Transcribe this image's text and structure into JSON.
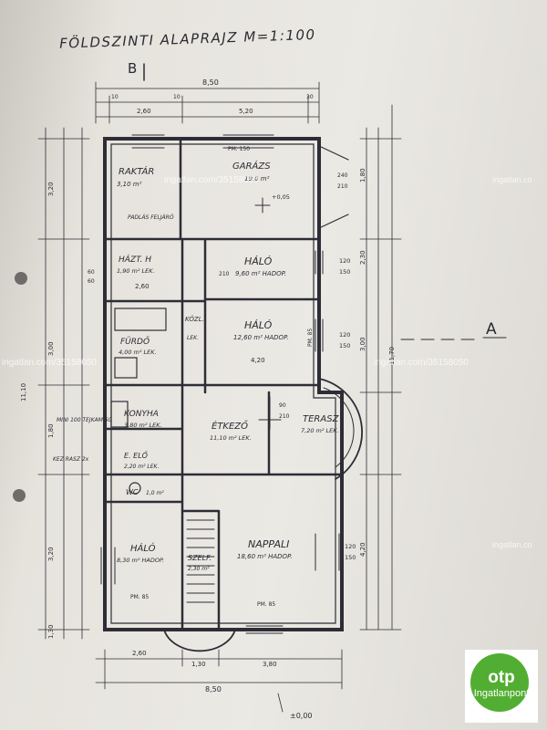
{
  "title": "FÖLDSZINTI ALAPRAJZ  M=1:100",
  "section_labels": {
    "b": "B",
    "a": "A"
  },
  "rooms": {
    "raktar": {
      "name": "RAKTÁR",
      "area": "3,10 m²"
    },
    "garazs": {
      "name": "GARÁZS",
      "area": "19,0 m²"
    },
    "halo1": {
      "name": "HÁLÓ",
      "area": "9,60 m² HADOP."
    },
    "halo2": {
      "name": "HÁLÓ",
      "area": "12,60 m² HADOP."
    },
    "hazt": {
      "name": "HÁZT. H",
      "area": "1,90 m² LEK."
    },
    "furdo": {
      "name": "FÜRDŐ",
      "area": "4,00 m² LEK."
    },
    "kozl": {
      "name": "KÖZL.",
      "area": "LEK."
    },
    "konyha": {
      "name": "KONYHA",
      "area": "3,80 m² LEK."
    },
    "etkezo": {
      "name": "ÉTKEZŐ",
      "area": "11,10 m² LEK."
    },
    "terasz": {
      "name": "TERASZ",
      "area": "7,20 m² LEK."
    },
    "elo": {
      "name": "E. ELŐ",
      "area": "2,20 m² LEK."
    },
    "wc": {
      "name": "WC",
      "area": "1,0 m²"
    },
    "halo3": {
      "name": "HÁLÓ",
      "area": "8,30 m² HADOP."
    },
    "szelf": {
      "name": "SZELF.",
      "area": "2,30 m²"
    },
    "nappali": {
      "name": "NAPPALI",
      "area": "18,60 m² HADOP."
    }
  },
  "dimensions": {
    "top_total": "8,50",
    "top_parts": [
      "10",
      "2,60",
      "10",
      "5,20",
      "30"
    ],
    "bottom_parts": [
      "2,60",
      "1,30",
      "3,80"
    ],
    "bottom_total": "8,50",
    "left_parts": [
      "3,20",
      "3,00",
      "1,80",
      "3,20",
      "1,30"
    ],
    "left_total": "11,10",
    "right_parts": [
      "1,80",
      "2,30",
      "3,00",
      "4,20"
    ],
    "right_total": "11,70",
    "sill_labels": [
      "120",
      "150",
      "120",
      "150",
      "120",
      "150"
    ],
    "door_labels": [
      "210",
      "240",
      "210"
    ],
    "inner": [
      "4,20",
      "2,60",
      "60",
      "60",
      "90",
      "210"
    ],
    "elevation": "±0,00",
    "elev_garage": "+0,05",
    "pm_labels": [
      "PM. 150",
      "PM. 85",
      "PM. 85",
      "PM. 85"
    ]
  },
  "notes": {
    "padlas": "PADLÁS FELJÁRÓ",
    "kez": "KEZ RASZ 2x",
    "mini": "MINI 100 TEJKAM 50"
  },
  "watermark": "ingatlan.com/35158050",
  "watermark_short": "ingatlan.co",
  "logo": {
    "brand": "otp",
    "sub": "Ingatlanpont",
    "color": "#52ae32"
  }
}
